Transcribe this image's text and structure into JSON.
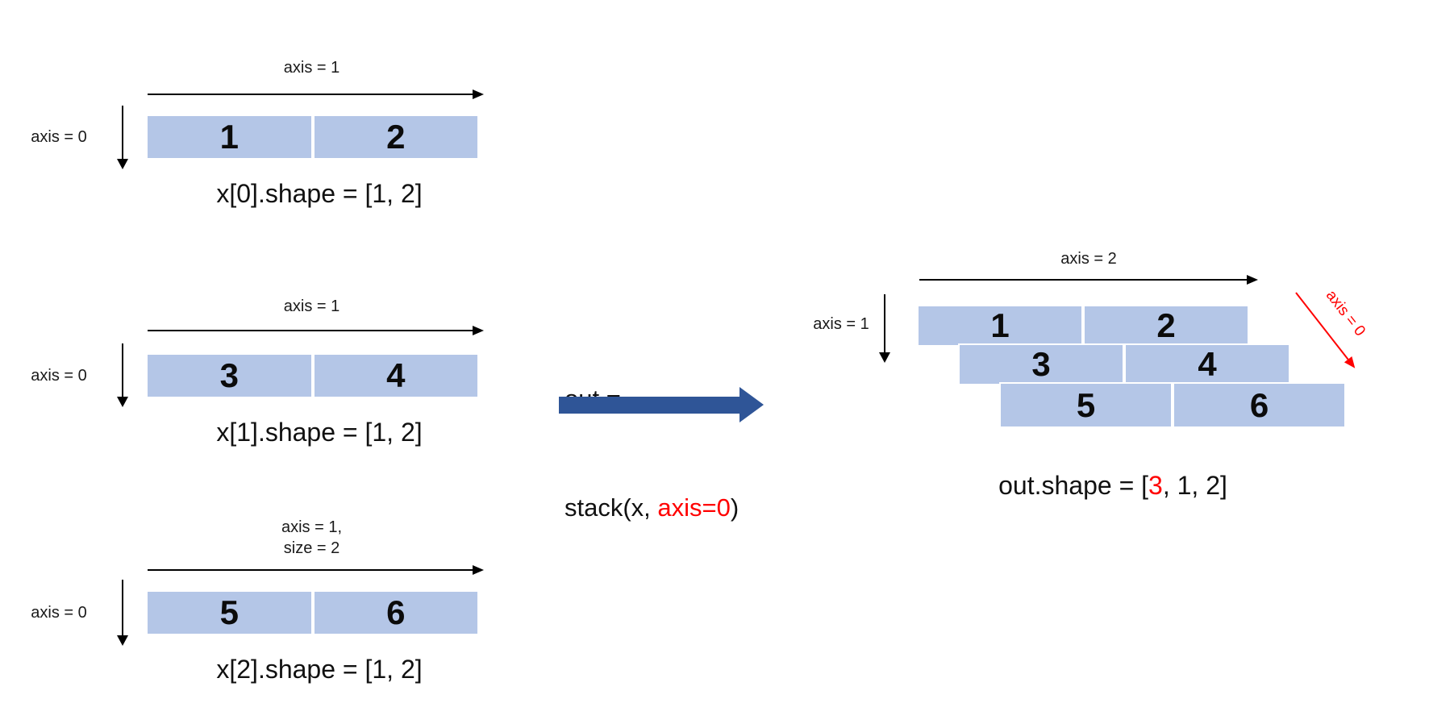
{
  "inputs": [
    {
      "top_label_line1": "axis = 1",
      "side_label": "axis = 0",
      "cells": [
        "1",
        "2"
      ],
      "caption": "x[0].shape = [1, 2]"
    },
    {
      "top_label_line1": "axis = 1",
      "side_label": "axis = 0",
      "cells": [
        "3",
        "4"
      ],
      "caption": "x[1].shape = [1, 2]"
    },
    {
      "top_label_line1": "axis = 1,",
      "top_label_line2": "size = 2",
      "side_label": "axis = 0",
      "cells": [
        "5",
        "6"
      ],
      "caption": "x[2].shape = [1, 2]"
    }
  ],
  "operation": {
    "line1": "out =",
    "line2_prefix": "stack(x, ",
    "line2_highlight": "axis=0",
    "line2_suffix": ")"
  },
  "output": {
    "axis2_label": "axis = 2",
    "axis1_label": "axis = 1",
    "axis0_label": "axis = 0",
    "rows": [
      [
        "1",
        "2"
      ],
      [
        "3",
        "4"
      ],
      [
        "5",
        "6"
      ]
    ],
    "caption_prefix": "out.shape = [",
    "caption_highlight": "3",
    "caption_suffix": ", 1, 2]"
  },
  "colors": {
    "cell_fill": "#b4c6e7",
    "cell_border": "#ffffff",
    "transform_arrow_blue": "#2f5597",
    "highlight_red": "#ff0000",
    "line_black": "#000000"
  }
}
